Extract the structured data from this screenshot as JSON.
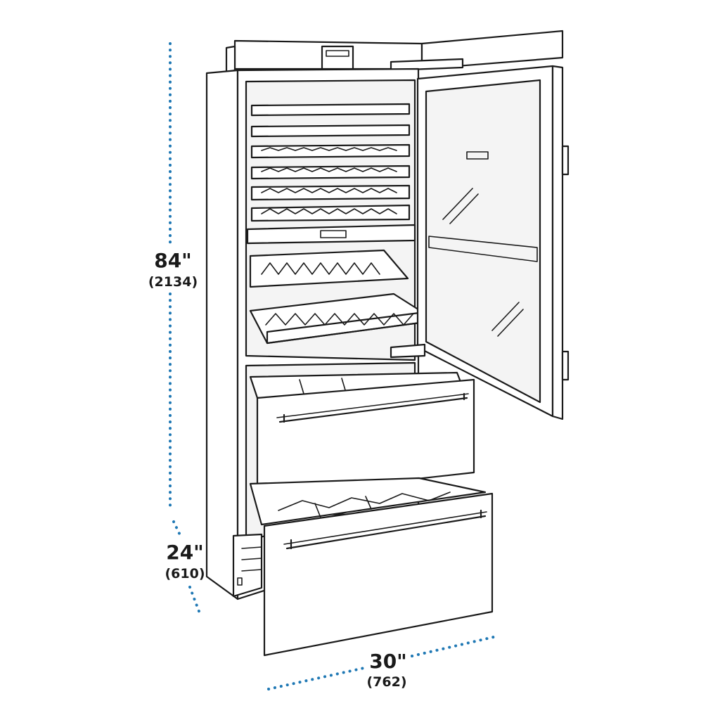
{
  "colors": {
    "dimension_dots": "#1f78b4",
    "line": "#1a1a1a",
    "background": "#ffffff"
  },
  "dimensions": {
    "height": {
      "value": "84\"",
      "metric": "(2134)"
    },
    "depth": {
      "value": "24\"",
      "metric": "(610)"
    },
    "width": {
      "value": "30\"",
      "metric": "(762)"
    }
  }
}
